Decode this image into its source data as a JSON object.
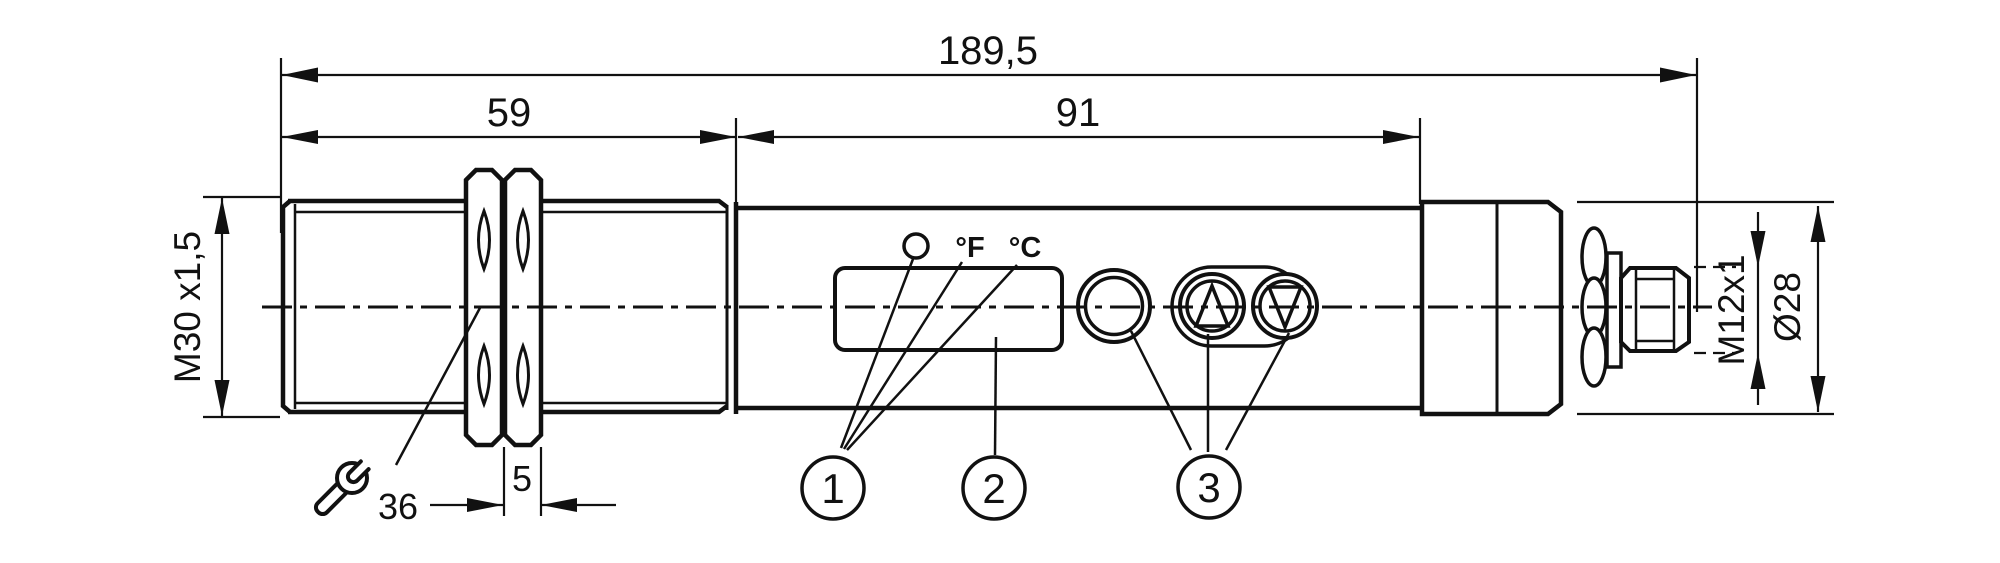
{
  "drawing": {
    "background": "#ffffff",
    "line_color": "#111111",
    "dims": {
      "overall_length": "189,5",
      "front_section_length": "59",
      "body_section_length": "91",
      "thread": "M30 x1,5",
      "wrench_size": "36",
      "locknut_width": "5",
      "connector_thread": "M12x1",
      "end_cap_diameter": "Ø28"
    },
    "unit_labels": {
      "fahrenheit": "°F",
      "celsius": "°C"
    },
    "callouts": {
      "c1": "1",
      "c2": "2",
      "c3": "3"
    },
    "icons": {
      "wrench": "wrench-icon",
      "up_arrow": "up-triangle-icon",
      "down_arrow": "down-triangle-icon"
    }
  }
}
